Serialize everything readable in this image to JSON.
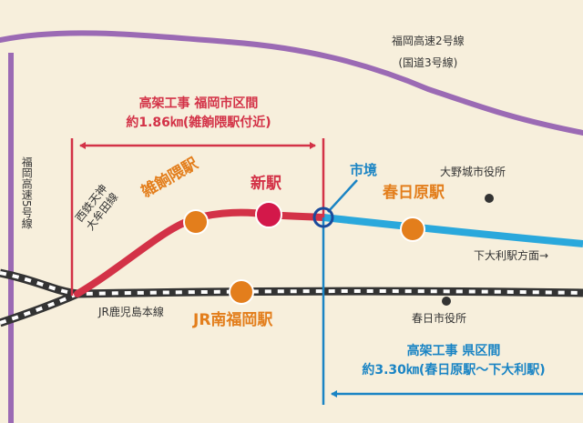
{
  "colors": {
    "background": "#f7efdc",
    "highway": "#9b6ab4",
    "nishitetsu_elevated_fukuoka": "#d33247",
    "nishitetsu_elevated_prefecture": "#2aa8dc",
    "jr_line": "#333333",
    "existing_station": "#e37e1c",
    "new_station": "#d3184a",
    "city_boundary": "#1a84c4"
  },
  "highways": {
    "expressway_2": {
      "name": "福岡高速2号線",
      "sub": "(国道3号線)"
    },
    "expressway_5": {
      "name": "福岡高速5号線"
    }
  },
  "railways": {
    "nishitetsu": {
      "name_line1": "西鉄天神",
      "name_line2": "大牟田線"
    },
    "jr": {
      "name": "JR鹿児島本線"
    }
  },
  "sections": {
    "fukuoka_city": {
      "title": "高架工事 福岡市区間",
      "length": "約1.86㎞(雑餉隈駅付近)"
    },
    "prefecture": {
      "title": "高架工事 県区間",
      "length": "約3.30㎞(春日原駅～下大利駅)"
    }
  },
  "stations": {
    "zasshonokuma": "雑餉隈駅",
    "new_station": "新駅",
    "kasugabaru": "春日原駅",
    "jr_minami_fukuoka": "JR南福岡駅"
  },
  "city_boundary_label": "市境",
  "landmarks": {
    "onojo_city_hall": "大野城市役所",
    "kasuga_city_hall": "春日市役所"
  },
  "direction_label": "下大利駅方面→"
}
